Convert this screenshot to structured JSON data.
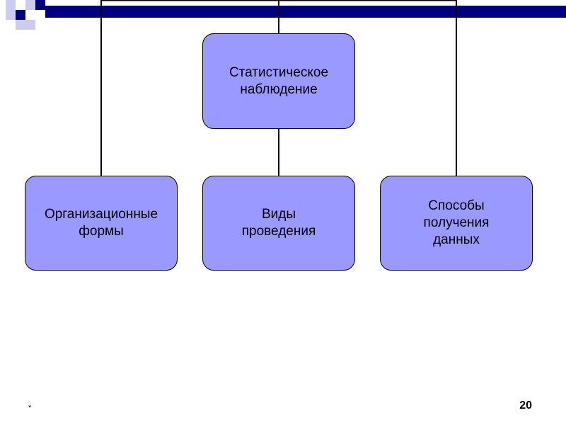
{
  "diagram": {
    "root": {
      "label": "Статистическое\nнаблюдение"
    },
    "children": [
      {
        "label": "Организационные\nформы"
      },
      {
        "label": "Виды\nпроведения"
      },
      {
        "label": "Способы\nполучения\nданных"
      }
    ],
    "node_fill": "#9999ff",
    "node_border": "#000000"
  },
  "slide": {
    "footer_mark": "*",
    "page_number": "20",
    "accent_dark": "#000080",
    "accent_light": "#ccccee"
  }
}
